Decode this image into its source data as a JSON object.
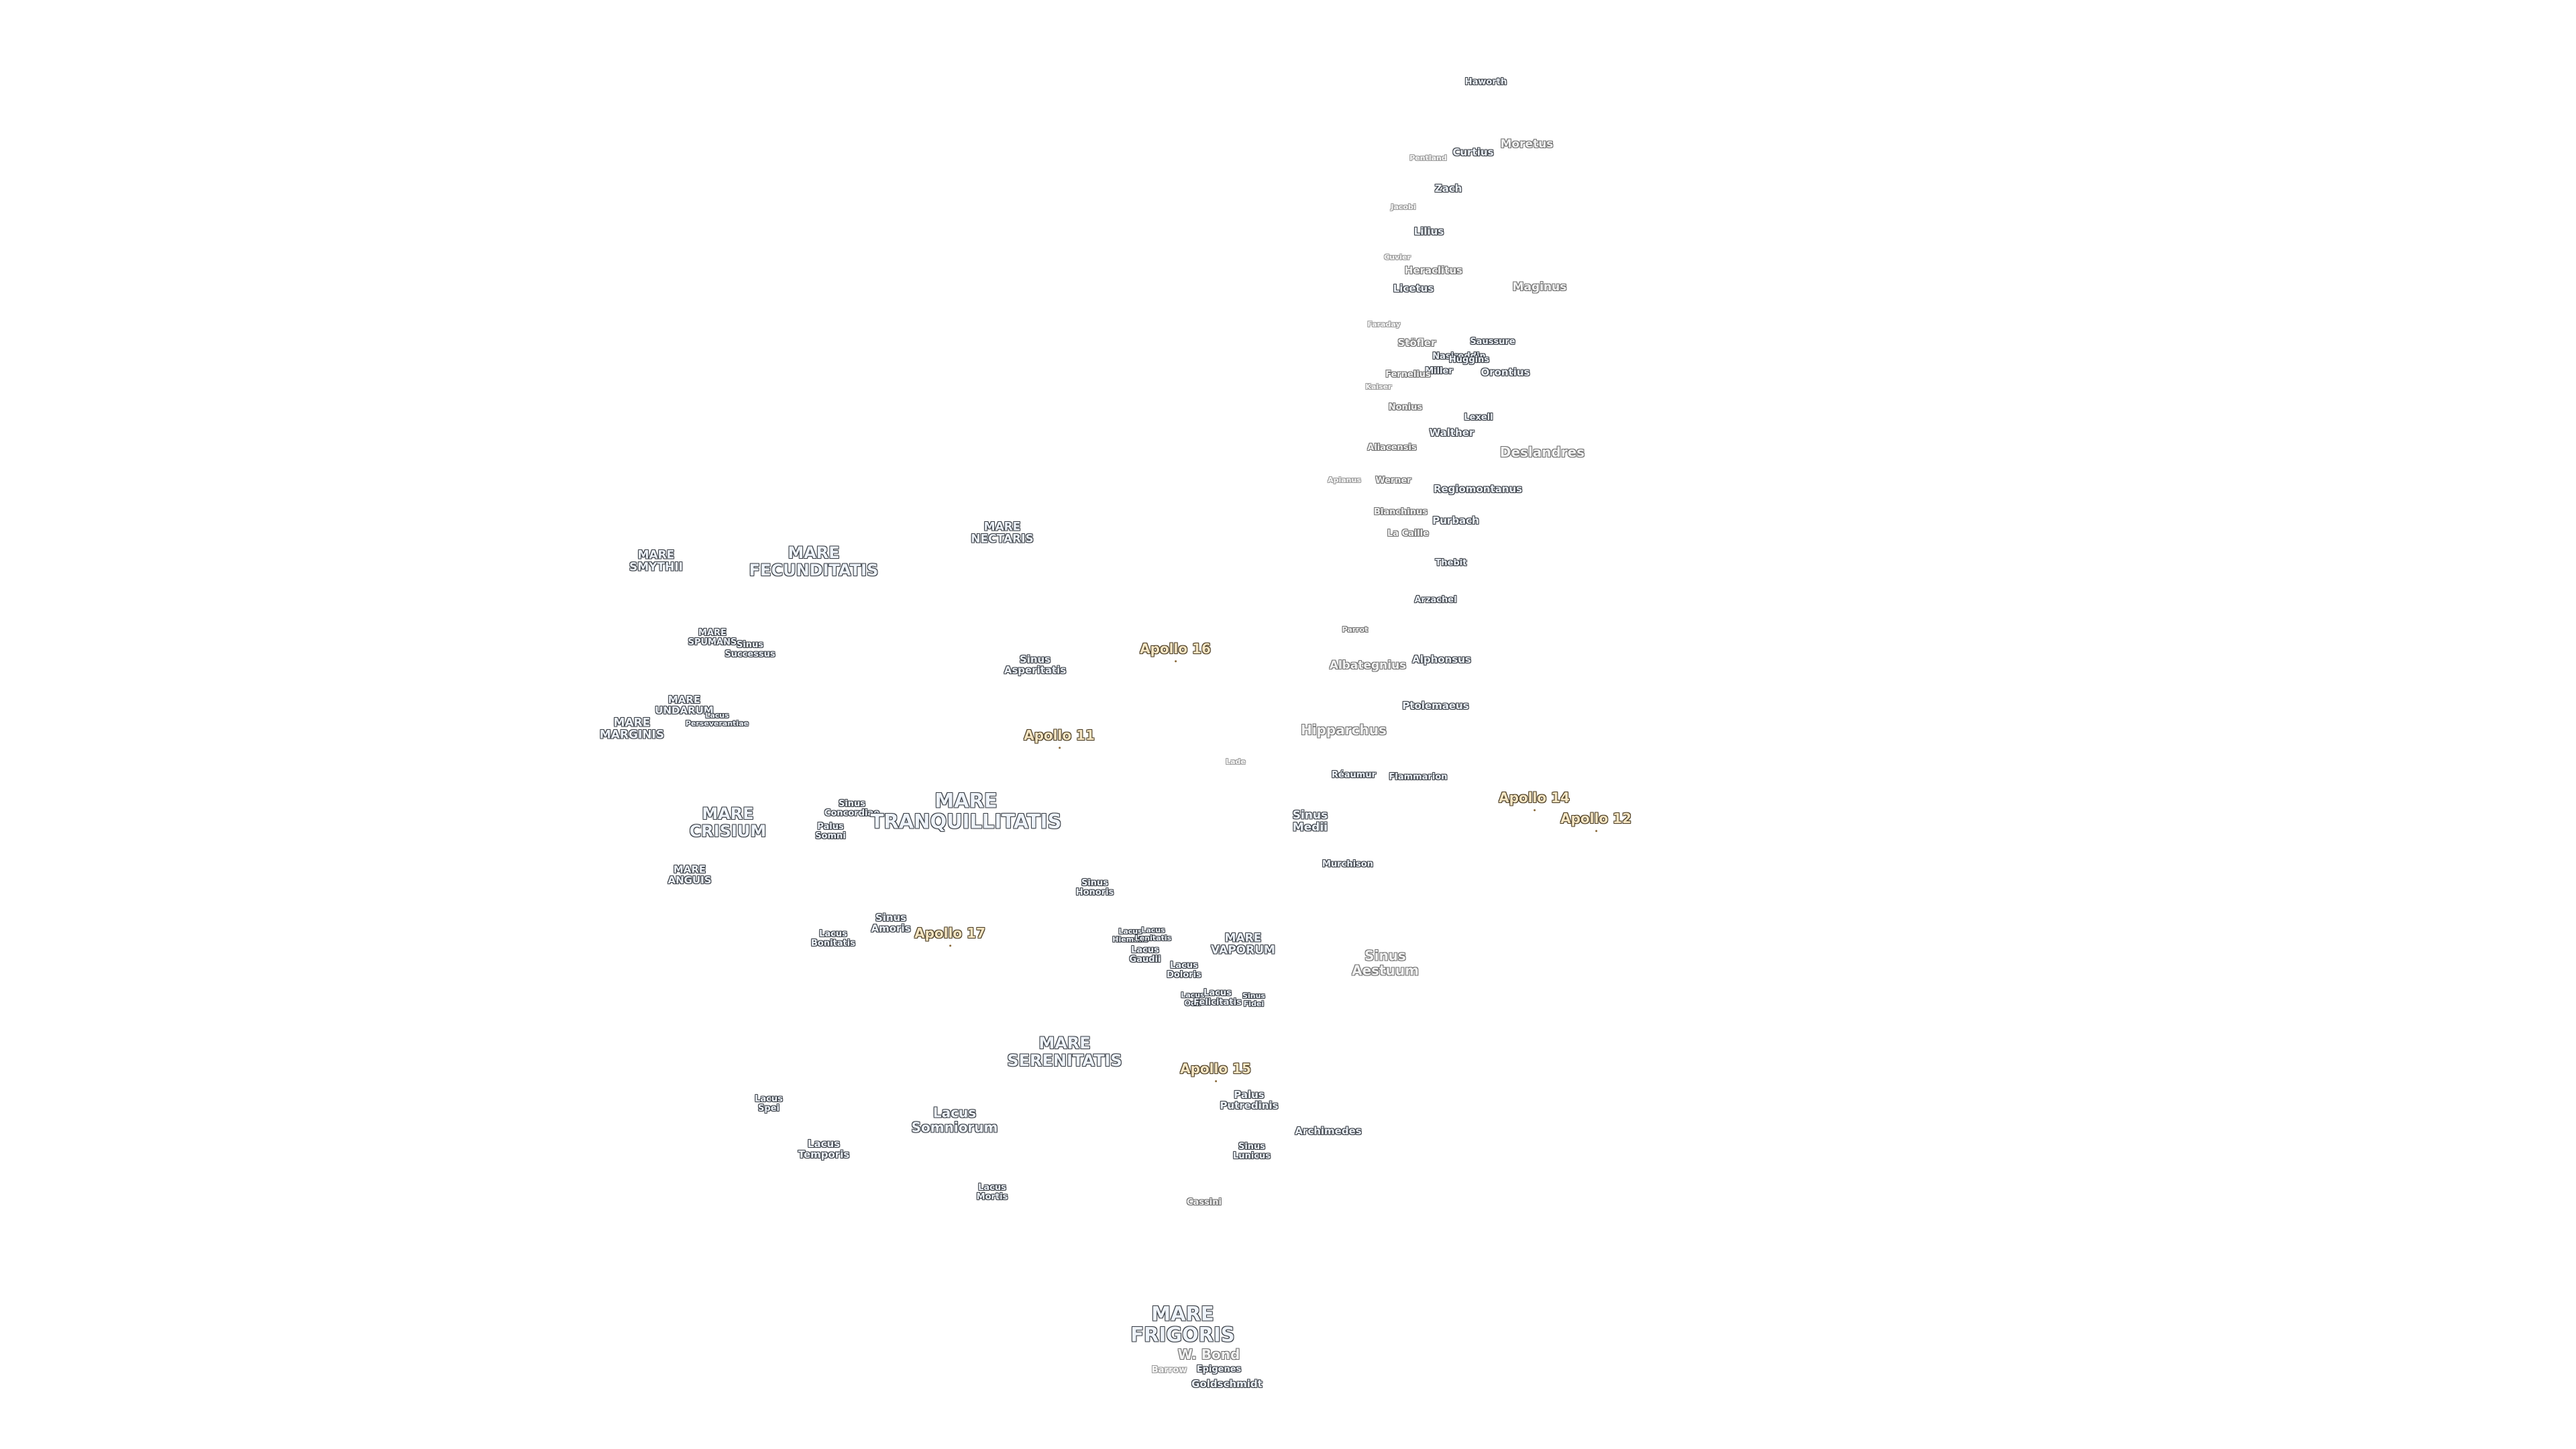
{
  "features": [
    {
      "text": "Haworth",
      "style": "normal"
    },
    {
      "text": "Moretus",
      "style": "mid"
    },
    {
      "text": "Curtius",
      "style": "normal"
    },
    {
      "text": "Pentland",
      "style": "faded"
    },
    {
      "text": "Zach",
      "style": "normal"
    },
    {
      "text": "Jacobi",
      "style": "faded"
    },
    {
      "text": "Lilius",
      "style": "normal"
    },
    {
      "text": "Cuvier",
      "style": "faded"
    },
    {
      "text": "Heraclitus",
      "style": "mid"
    },
    {
      "text": "Licetus",
      "style": "normal"
    },
    {
      "text": "Maginus",
      "style": "mid"
    },
    {
      "text": "Faraday",
      "style": "faded"
    },
    {
      "text": "Stöfler",
      "style": "mid"
    },
    {
      "text": "Saussure",
      "style": "normal"
    },
    {
      "text": "Nasireddin",
      "style": "normal"
    },
    {
      "text": "Huggins",
      "style": "normal"
    },
    {
      "text": "Miller",
      "style": "normal"
    },
    {
      "text": "Fernelius",
      "style": "mid"
    },
    {
      "text": "Orontius",
      "style": "normal"
    },
    {
      "text": "Kaiser",
      "style": "faded"
    },
    {
      "text": "Nonius",
      "style": "mid"
    },
    {
      "text": "Lexell",
      "style": "normal"
    },
    {
      "text": "Walther",
      "style": "normal"
    },
    {
      "text": "Aliacensis",
      "style": "mid"
    },
    {
      "text": "Deslandres",
      "style": "mid"
    },
    {
      "text": "Apianus",
      "style": "faded"
    },
    {
      "text": "Werner",
      "style": "mid"
    },
    {
      "text": "Regiomontanus",
      "style": "normal"
    },
    {
      "text": "Blanchinus",
      "style": "mid"
    },
    {
      "text": "Purbach",
      "style": "normal"
    },
    {
      "text": "La Caille",
      "style": "mid"
    },
    {
      "text": "Thebit",
      "style": "normal"
    },
    {
      "text": "Arzachel",
      "style": "normal"
    },
    {
      "text": "Parrot",
      "style": "mid"
    },
    {
      "text": "Albategnius",
      "style": "mid"
    },
    {
      "text": "Alphonsus",
      "style": "normal"
    },
    {
      "text": "Ptolemaeus",
      "style": "normal"
    },
    {
      "text": "Hipparchus",
      "style": "mid"
    },
    {
      "text": "Lade",
      "style": "faded"
    },
    {
      "text": "Réaumur",
      "style": "normal"
    },
    {
      "text": "Flammarion",
      "style": "normal"
    },
    {
      "text": "Sinus\nMedii",
      "style": "normal"
    },
    {
      "text": "Murchison",
      "style": "normal"
    },
    {
      "text": "Sinus\nAestuum",
      "style": "mid"
    },
    {
      "text": "Archimedes",
      "style": "normal"
    },
    {
      "text": "Palus\nPutredinis",
      "style": "normal"
    },
    {
      "text": "Sinus\nLunicus",
      "style": "normal"
    },
    {
      "text": "Cassini",
      "style": "mid"
    },
    {
      "text": "MARE\nFRIGORIS",
      "style": "normal"
    },
    {
      "text": "W. Bond",
      "style": "mid"
    },
    {
      "text": "Barrow",
      "style": "faded"
    },
    {
      "text": "Epigenes",
      "style": "normal"
    },
    {
      "text": "Goldschmidt",
      "style": "normal"
    },
    {
      "text": "MARE\nSMYTHII",
      "style": "normal"
    },
    {
      "text": "MARE\nFECUNDITATIS",
      "style": "normal"
    },
    {
      "text": "MARE\nNECTARIS",
      "style": "normal"
    },
    {
      "text": "MARE\nSPUMANS",
      "style": "normal"
    },
    {
      "text": "Sinus\nSuccessus",
      "style": "normal"
    },
    {
      "text": "MARE\nUNDARUM",
      "style": "normal"
    },
    {
      "text": "Lacus\nPerseverantiae",
      "style": "normal"
    },
    {
      "text": "MARE\nMARGINIS",
      "style": "normal"
    },
    {
      "text": "Sinus\nAsperitatis",
      "style": "normal"
    },
    {
      "text": "MARE\nCRISIUM",
      "style": "normal"
    },
    {
      "text": "Sinus\nConcordiae",
      "style": "normal"
    },
    {
      "text": "Palus\nSomni",
      "style": "normal"
    },
    {
      "text": "MARE\nTRANQUILLITATIS",
      "style": "normal"
    },
    {
      "text": "MARE\nANGUIS",
      "style": "normal"
    },
    {
      "text": "Sinus\nHonoris",
      "style": "normal"
    },
    {
      "text": "Sinus\nAmoris",
      "style": "normal"
    },
    {
      "text": "Lacus\nBonitatis",
      "style": "normal"
    },
    {
      "text": "Lacus\nHiemalis",
      "style": "normal"
    },
    {
      "text": "Lacus\nLenitatis",
      "style": "normal"
    },
    {
      "text": "Lacus\nGaudii",
      "style": "normal"
    },
    {
      "text": "MARE\nVAPORUM",
      "style": "normal"
    },
    {
      "text": "Lacus\nDoloris",
      "style": "normal"
    },
    {
      "text": "Lacus\nOdii",
      "style": "normal"
    },
    {
      "text": "Lacus\nFelicitatis",
      "style": "normal"
    },
    {
      "text": "Sinus\nFidei",
      "style": "normal"
    },
    {
      "text": "MARE\nSERENITATIS",
      "style": "normal"
    },
    {
      "text": "Lacus\nSpei",
      "style": "normal"
    },
    {
      "text": "Lacus\nSomniorum",
      "style": "normal"
    },
    {
      "text": "Lacus\nTemporis",
      "style": "normal"
    },
    {
      "text": "Lacus\nMortis",
      "style": "normal"
    },
    {
      "text": "Apollo 16",
      "style": "apollo"
    },
    {
      "text": "Apollo 11",
      "style": "apollo"
    },
    {
      "text": "Apollo 14",
      "style": "apollo"
    },
    {
      "text": "Apollo 12",
      "style": "apollo"
    },
    {
      "text": "Apollo 17",
      "style": "apollo"
    },
    {
      "text": "Apollo 15",
      "style": "apollo"
    }
  ]
}
